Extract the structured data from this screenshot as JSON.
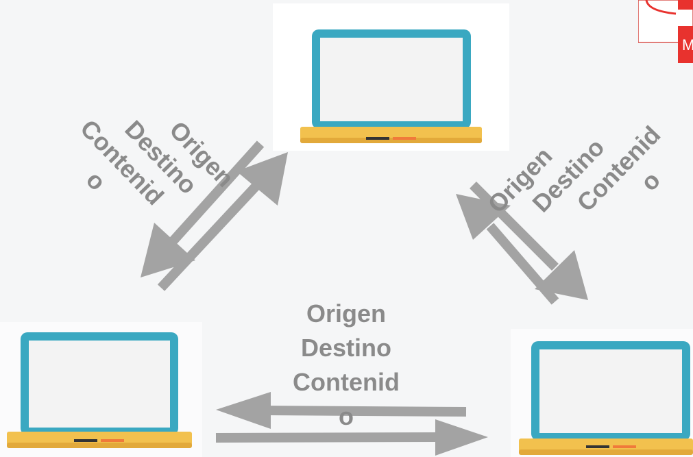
{
  "colors": {
    "background": "#f5f6f7",
    "laptop_screen": "#f3f3f3",
    "laptop_frame": "#3aa8c1",
    "laptop_base": "#f2c14e",
    "laptop_base_dark": "#e2a93a",
    "arrow": "#a3a3a3",
    "label_text": "#8a8a8a",
    "tag_red": "#e8322e"
  },
  "laptops": [
    {
      "name": "top"
    },
    {
      "name": "bottom-left"
    },
    {
      "name": "bottom-right"
    }
  ],
  "labels": {
    "left": {
      "line1": "Origen",
      "line2": "Destino",
      "line3": "Contenid",
      "line4": "o"
    },
    "right": {
      "line1": "Origen",
      "line2": "Destino",
      "line3": "Contenid",
      "line4": "o"
    },
    "bottom": {
      "line1": "Origen",
      "line2": "Destino",
      "line3": "Contenid",
      "line4": "o"
    }
  },
  "corner_tag": {
    "text": "M"
  }
}
